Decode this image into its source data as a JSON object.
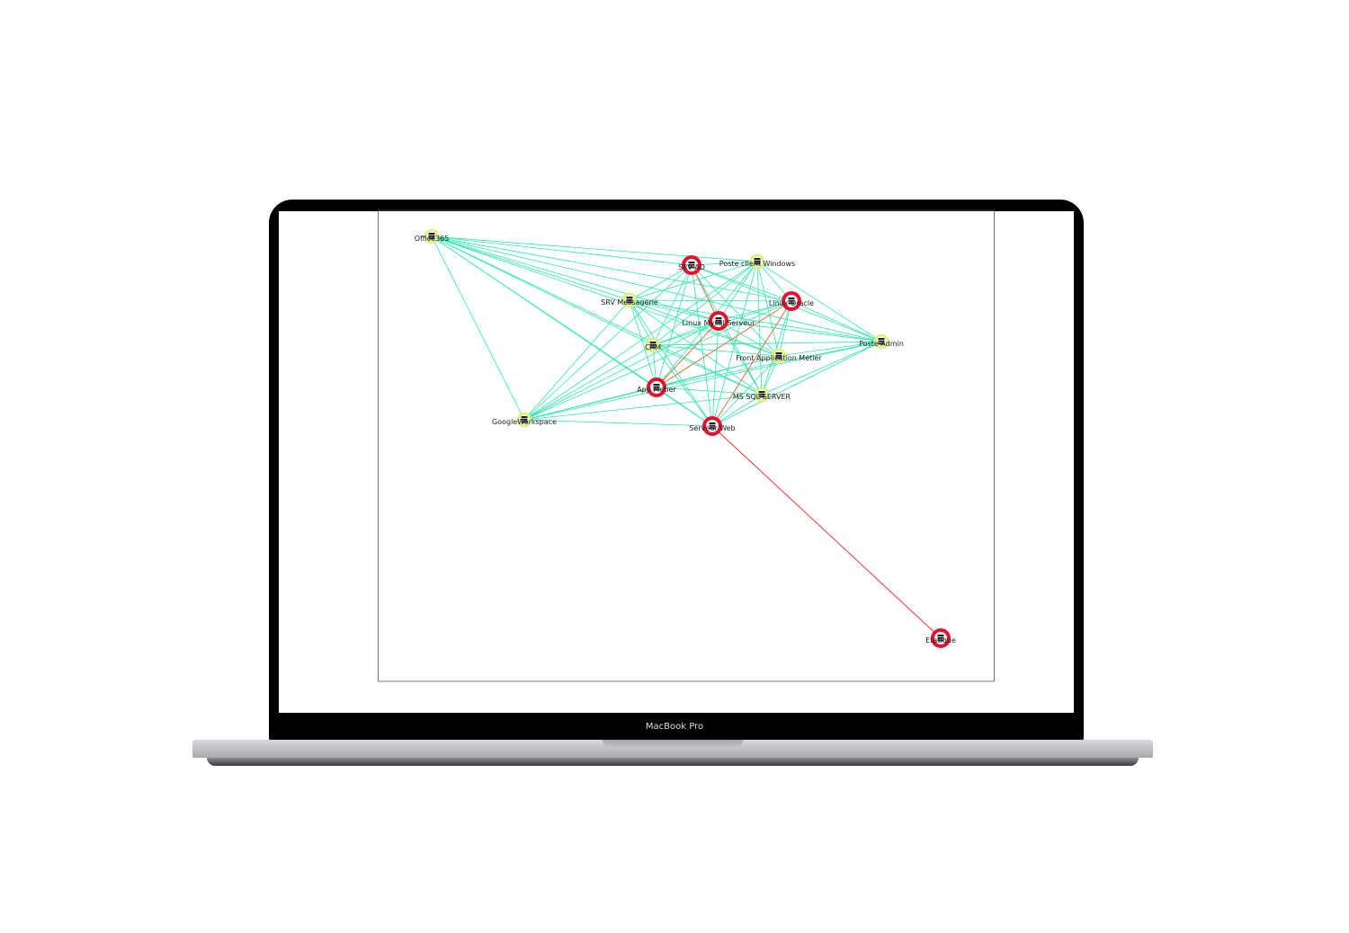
{
  "device_label": "MacBook Pro",
  "graph": {
    "nodes": [
      {
        "id": "Office365",
        "label": "Office365",
        "critical": false
      },
      {
        "id": "SRV AD",
        "label": "SRV AD",
        "critical": true
      },
      {
        "id": "Poste client Windows",
        "label": "Poste client Windows",
        "critical": false
      },
      {
        "id": "SRV Messagerie",
        "label": "SRV Messagerie",
        "critical": false
      },
      {
        "id": "Linux Oracle",
        "label": "Linux Oracle",
        "critical": true
      },
      {
        "id": "Linux Mysql Serveur",
        "label": "Linux Mysql Serveur",
        "critical": true
      },
      {
        "id": "CRM",
        "label": "CRM",
        "critical": false
      },
      {
        "id": "Poste Admin",
        "label": "Poste Admin",
        "critical": false
      },
      {
        "id": "Front Application Métier",
        "label": "Front Application Métier",
        "critical": false
      },
      {
        "id": "App Metier",
        "label": "App Metier",
        "critical": true
      },
      {
        "id": "MS SQL SERVER",
        "label": "MS SQL SERVER",
        "critical": false
      },
      {
        "id": "GoogleWorkspace",
        "label": "GoogleWorkspace",
        "critical": false
      },
      {
        "id": "Serveur Web",
        "label": "Serveur Web",
        "critical": true
      },
      {
        "id": "Etatique",
        "label": "Etatique",
        "critical": true
      }
    ],
    "highlight_edges": [
      [
        "SRV AD",
        "Linux Mysql Serveur"
      ],
      [
        "Linux Mysql Serveur",
        "App Metier"
      ],
      [
        "Linux Oracle",
        "App Metier"
      ],
      [
        "Linux Oracle",
        "Serveur Web"
      ]
    ],
    "alert_edges": [
      [
        "Serveur Web",
        "Etatique"
      ]
    ],
    "colors": {
      "edge": "#2ee8ad",
      "highlight": "#d2783c",
      "alert": "#ee3333",
      "critical": "#e8112d",
      "normal": "#d6f57a"
    }
  }
}
